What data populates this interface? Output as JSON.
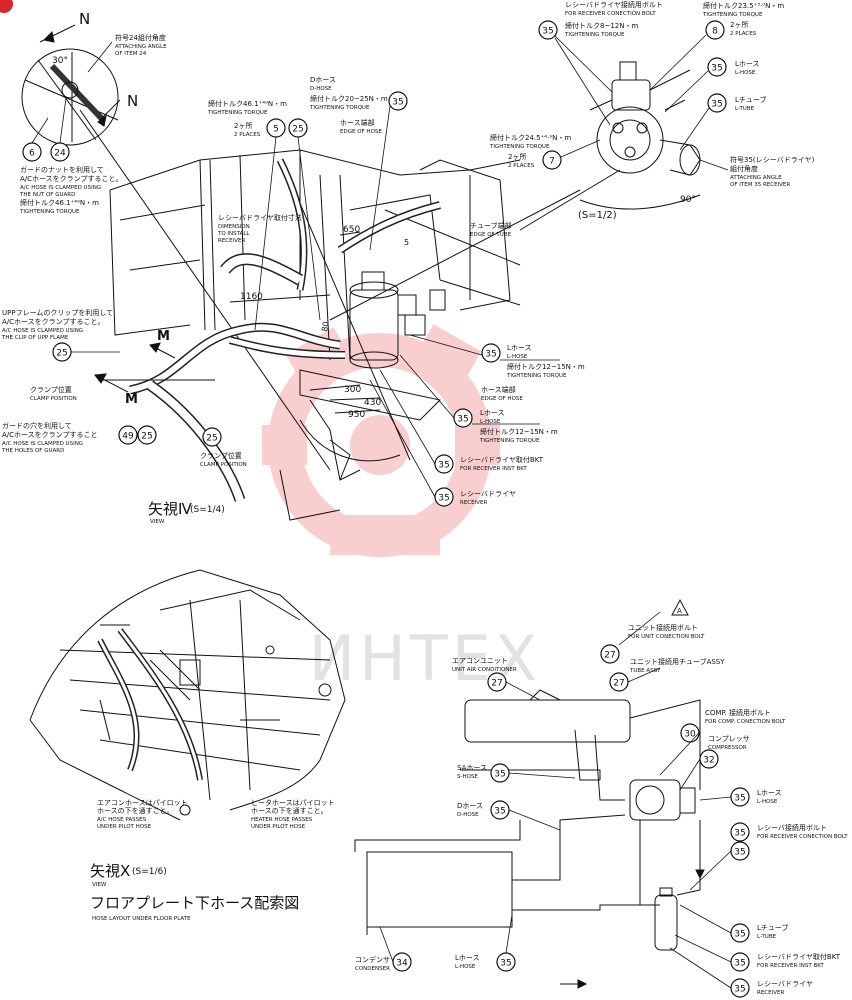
{
  "north": "N",
  "views": {
    "iv": {
      "title": "矢視Ⅳ",
      "scale": "(S=1/4)",
      "sub": "VIEW"
    },
    "x": {
      "title": "矢視Ⅹ",
      "scale": "(S=1/6)",
      "sub": "VIEW",
      "caption": "フロアプレート下ホース配索図",
      "caption_en": "HOSE LAYOUT UNDER FLOOR PLATE"
    }
  },
  "section_mark": "M",
  "scale_half": "(S=1/2)",
  "angle_30": "30°",
  "angle_90": "90°",
  "dims": {
    "d1160": "1160",
    "d650": "650",
    "d80": "80",
    "d300": "300",
    "d430": "430",
    "d950": "950",
    "d5": "5"
  },
  "watermark": "ИНТЕХ",
  "balloons": {
    "b6": "6",
    "b24": "24",
    "b5": "5",
    "b25a": "25",
    "b25b": "25",
    "b25c": "25",
    "b49": "49",
    "b25d": "25",
    "b35top": "35",
    "b35t2": "35",
    "b8": "8",
    "b35r1": "35",
    "b35r2": "35",
    "b7": "7",
    "b35m1": "35",
    "b35m2": "35",
    "b35m3": "35",
    "b35m4": "35",
    "b35d": "35",
    "b27a": "27",
    "b27b": "27",
    "b27c": "27",
    "b30": "30",
    "b32": "32",
    "b35s1": "35",
    "b35s2": "35",
    "b35s3": "35",
    "b35s4": "35",
    "b35s5": "35",
    "b35s6": "35",
    "b35s7": "35",
    "b34": "34"
  },
  "notes": {
    "n24_jp": "符号24組付角度",
    "n24_en": "ATTACHING ANGLE",
    "n24_en2": "OF ITEM 24",
    "nguard_jp1": "ガードのナットを利用して",
    "nguard_jp2": "A/Cホースをクランプすること。",
    "nguard_en1": "A/C HOSE IS CLAMPED USING",
    "nguard_en2": "THE NUT OF GUARD",
    "ntorque46_jp": "締付トルク46.1⁺⁴⁹N・m",
    "ntorque46_en": "TIGHTENING TORQUE",
    "nupp_jp1": "UPPフレームのクリップを利用して",
    "nupp_jp2": "A/Cホースをクランプすること。",
    "nupp_en1": "A/C HOSE IS CLAMPED USING",
    "nupp_en2": "THE CLIP OF UPP FLAME",
    "nclamp_jp": "クランプ位置",
    "nclamp_en": "CLAMP POSITION",
    "nhole_jp1": "ガードの穴を利用して",
    "nhole_jp2": "A/Cホースをクランプすること",
    "nhole_en1": "A/C HOSE IS CLAMPED USING",
    "nhole_en2": "THE HOLES OF GUARD",
    "nclamp2_jp": "クランプ位置",
    "nclamp2_en": "CLAMP POSITION",
    "ndhose_jp": "Dホース",
    "ndhose_en": "D-HOSE",
    "ntorque46b_jp": "締付トルク46.1⁺⁴⁹N・m",
    "ntorque46b_en": "TIGHTENING TORQUE",
    "ntorque20_jp": "締付トルク20~25N・m",
    "ntorque20_en": "TIGHTENING TORQUE",
    "n2p_jp": "2ヶ所",
    "n2p_en": "2 PLACES",
    "nedge_jp": "ホース端部",
    "nedge_en": "EDGE OF HOSE",
    "ndim_jp": "レシーバドライヤ取付寸法",
    "ndim_en1": "DIMENSION",
    "ndim_en2": "TO INSTALL",
    "ndim_en3": "RECEIVER",
    "ntube_jp": "チューブ端部",
    "ntube_en": "EDGE OF TUBE",
    "nbolt_jp": "レシーバドライヤ接続用ボルト",
    "nbolt_en": "FOR RECEIVER CONECTION BOLT",
    "ntorque23_jp": "締付トルク23.5⁺³·⁰N・m",
    "ntorque23_en": "TIGHTENING TORQUE",
    "ntorque8_jp": "締付トルク8~12N・m",
    "ntorque8_en": "TIGHTENING TORQUE",
    "n2p2_jp": "2ヶ所",
    "n2p2_en": "2 PLACES",
    "nlhose_jp": "Lホース",
    "nlhose_en": "L-HOSE",
    "nltube_jp": "Lチューブ",
    "nltube_en": "L-TUBE",
    "ntorque24_jp": "締付トルク24.5⁺⁴·⁹N・m",
    "ntorque24_en": "TIGHTENING TORQUE",
    "n2p3_jp": "2ヶ所",
    "n2p3_en": "2 PLACES",
    "n35_jp1": "符号35(レシーバドライヤ)",
    "n35_jp2": "組付角度",
    "n35_en1": "ATTACHING ANGLE",
    "n35_en2": "OF ITEM 35 RECEIVER",
    "nlh1_jp": "Lホース",
    "nlh1_en": "L-HOSE",
    "ntq12_jp": "締付トルク12~15N・m",
    "ntq12_en": "TIGHTENING TORQUE",
    "nedge2_jp": "ホース端部",
    "nedge2_en": "EDGE OF HOSE",
    "nlh2_jp": "Lホース",
    "nlh2_en": "L-HOSE",
    "ntq12b_jp": "締付トルク12~15N・m",
    "ntq12b_en": "TIGHTENING TORQUE",
    "nbkt_jp": "レシーバドライヤ取付BKT",
    "nbkt_en": "FOR RECEIVER INST BKT",
    "nrec_jp": "レシーバドライヤ",
    "nrec_en": "RECEIVER",
    "nhose1_jp": "エアコンホースはパイロット",
    "nhose1_jp2": "ホースの下を通すこと。",
    "nhose1_en1": "A/C HOSE PASSES",
    "nhose1_en2": "UNDER PILOT HOSE",
    "nhose2_jp": "ヒータホースはパイロット",
    "nhose2_jp2": "ホースの下を通すこと。",
    "nhose2_en1": "HEATER HOSE PASSES",
    "nhose2_en2": "UNDER PILOT HOSE",
    "nunitbolt_jp": "ユニット接続用ボルト",
    "nunitbolt_en": "FOR UNIT CONECTION BOLT",
    "nunittube_jp": "ユニット接続用チューブASSY",
    "nunittube_en": "TUBE ASSY",
    "naircon_jp": "エアコンユニット",
    "naircon_en": "UNIT AIR CONDITIONER",
    "ncomp_jp": "COMP. 接続用ボルト",
    "ncomp_en": "FOR COMP. CONECTION BOLT",
    "ncompr_jp": "コンプレッサ",
    "ncompr_en": "COMPRESSOR",
    "nsa_jp": "SAホース",
    "nsa_en": "S-HOSE",
    "nd2_jp": "Dホース",
    "nd2_en": "D-HOSE",
    "nlh3_jp": "Lホース",
    "nlh3_en": "L-HOSE",
    "nrbolt_jp": "レシーバ接続用ボルト",
    "nrbolt_en": "FOR RECEIVER CONECTION BOLT",
    "nlt2_jp": "Lチューブ",
    "nlt2_en": "L-TUBE",
    "nbkt2_jp": "レシーバドライヤ取付BKT",
    "nbkt2_en": "FOR RECEIVER INST BKT",
    "nrec2_jp": "レシーバドライヤ",
    "nrec2_en": "RECEIVER",
    "ncond_jp": "コンデンサ",
    "ncond_en": "CONDENSER",
    "nlh4_jp": "Lホース",
    "nlh4_en": "L-HOSE"
  }
}
